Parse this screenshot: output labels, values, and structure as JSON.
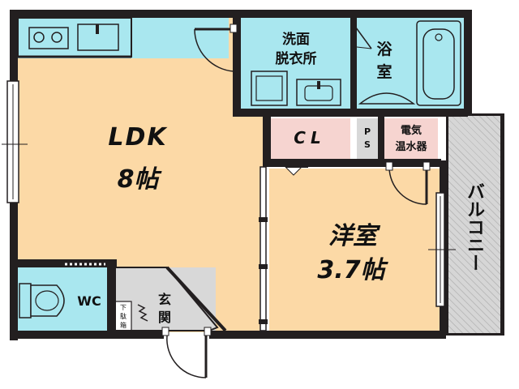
{
  "rooms": {
    "ldk_name": "LDK",
    "ldk_size": "8帖",
    "western_name": "洋室",
    "western_size": "3.7帖",
    "washroom_line1": "洗面",
    "washroom_line2": "脱衣所",
    "bath_line1": "浴",
    "bath_line2": "室",
    "closet": "CL",
    "ps_line1": "P",
    "ps_line2": "S",
    "water_heater_line1": "電気",
    "water_heater_line2": "温水器",
    "wc": "WC",
    "entrance_line1": "玄",
    "entrance_line2": "関",
    "shoe_box_line1": "下",
    "shoe_box_line2": "駄",
    "shoe_box_line3": "箱",
    "balcony": "バルコニー"
  },
  "colors": {
    "ldk": "#fcd9a6",
    "wet_area": "#a9e7ef",
    "closet": "#f6d4d0",
    "entrance": "#d8d8d8",
    "balcony": "#d6d6d6",
    "wall": "#231f20"
  }
}
